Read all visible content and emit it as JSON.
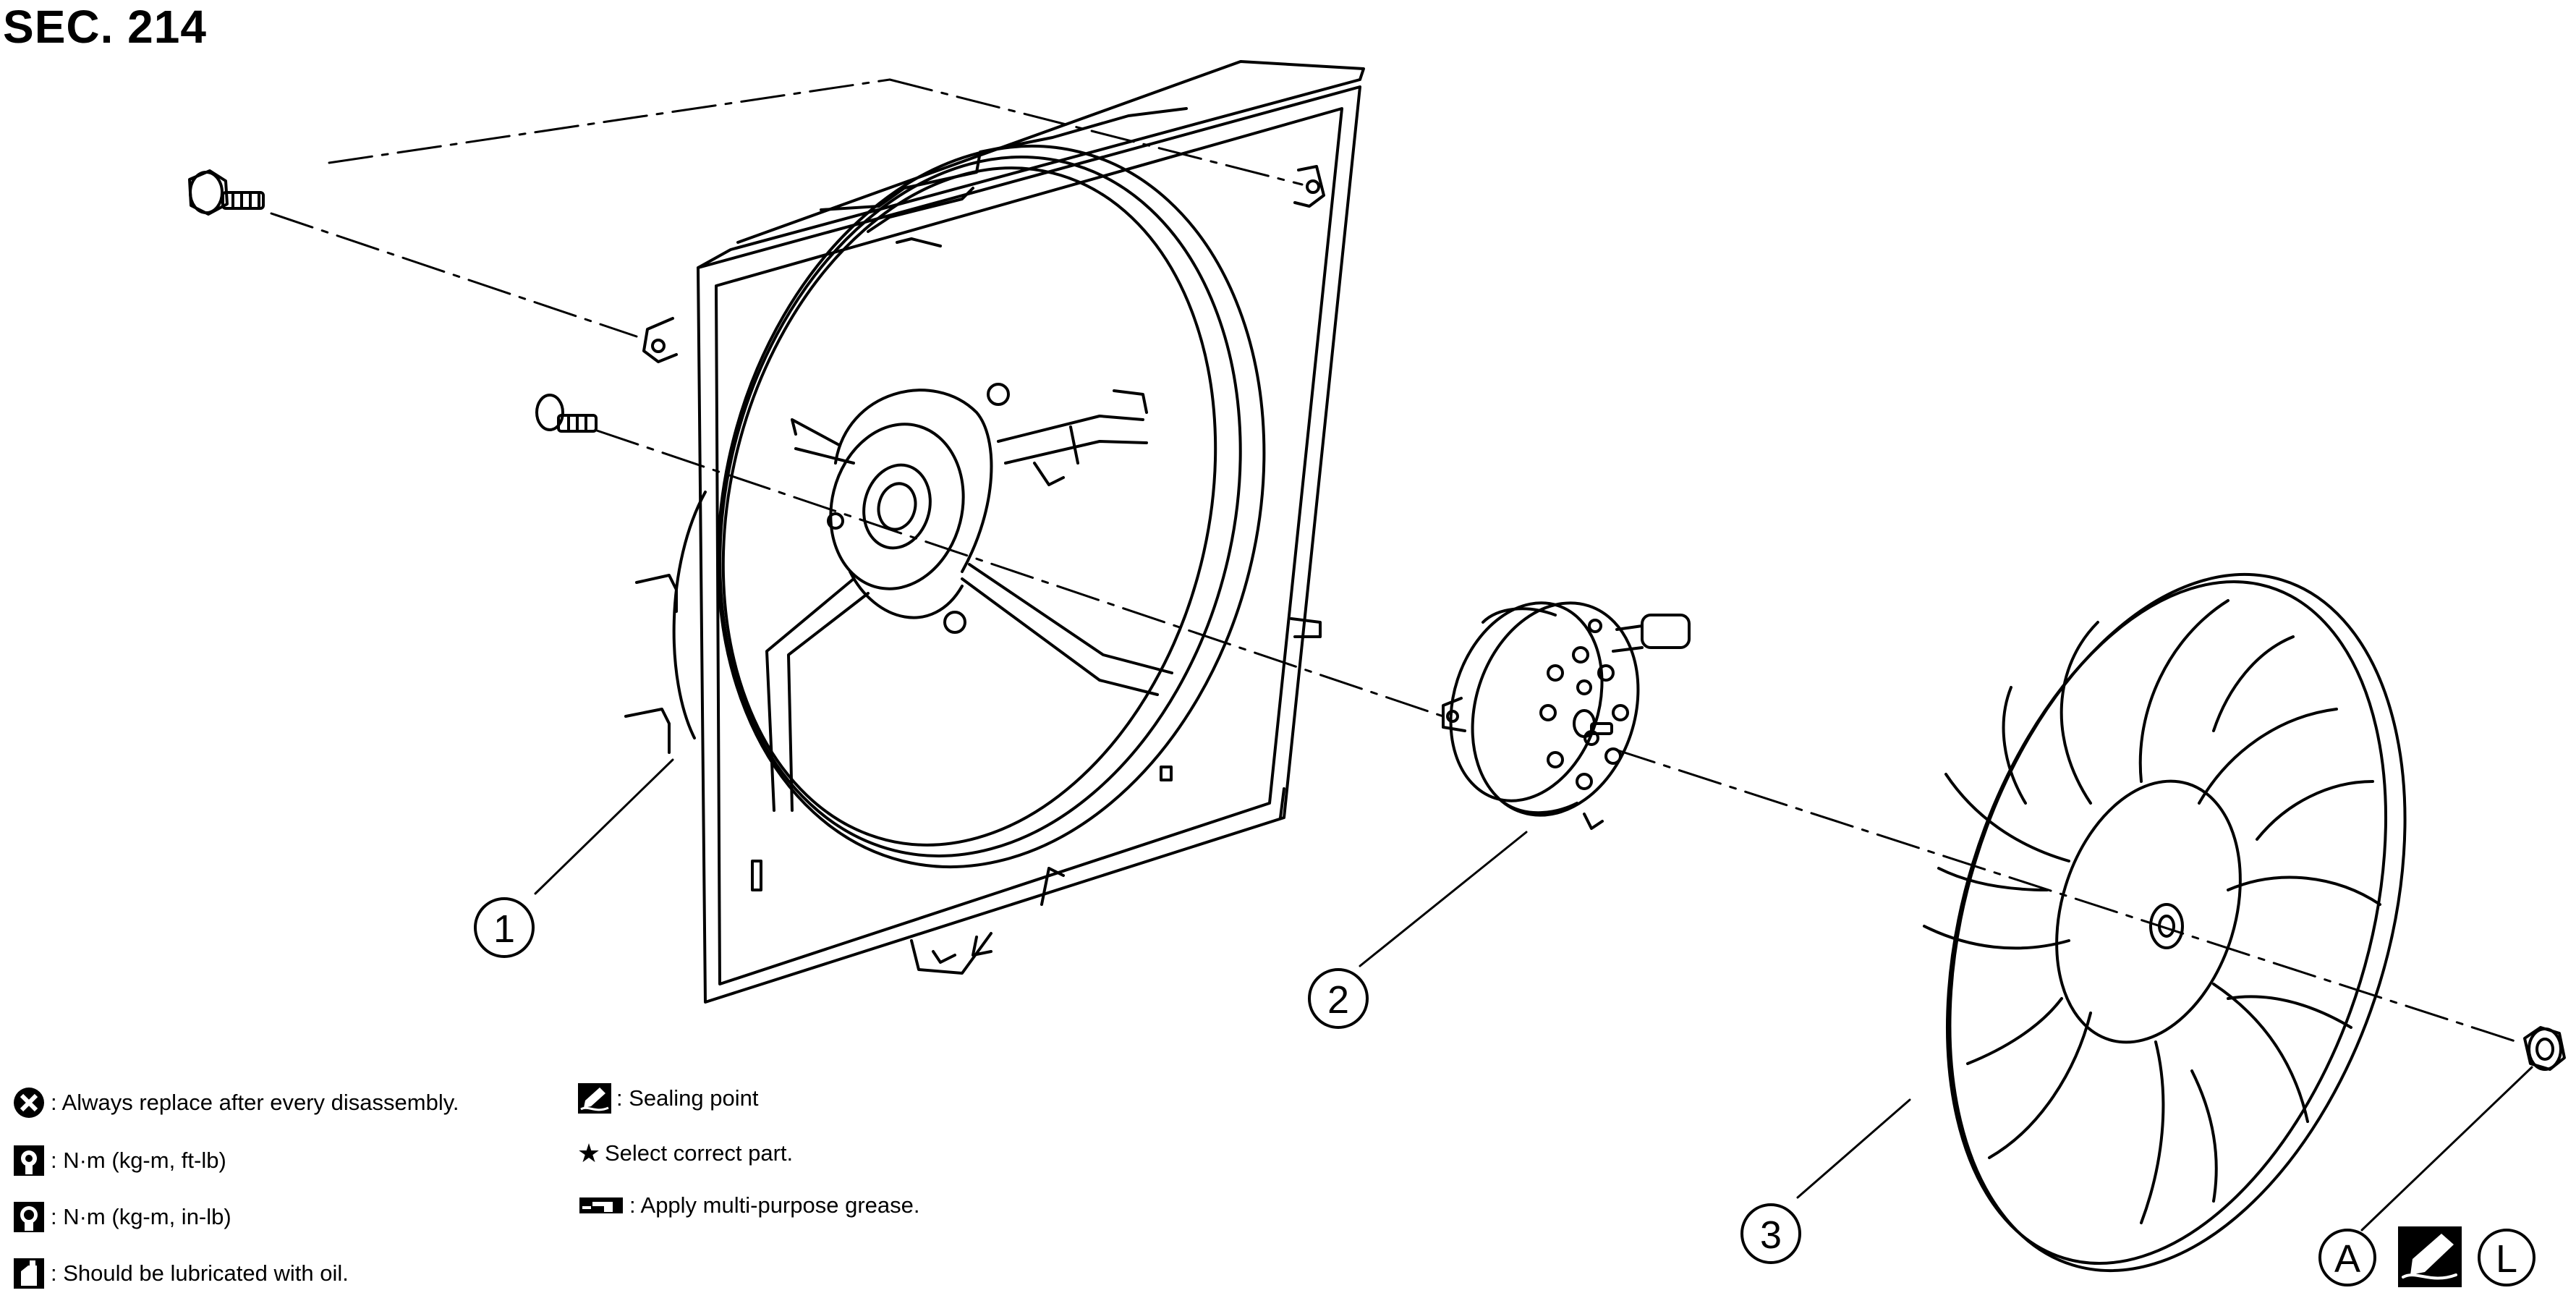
{
  "section_title": "SEC. 214",
  "callouts": [
    {
      "number": "1",
      "part": "fan-shroud"
    },
    {
      "number": "2",
      "part": "fan-motor"
    },
    {
      "number": "3",
      "part": "fan-blade"
    }
  ],
  "nut_symbols": {
    "a": "A",
    "l": "L"
  },
  "legend": {
    "always_replace": ": Always replace after every disassembly.",
    "torque_ft_lb": ": N·m (kg-m, ft-lb)",
    "torque_in_lb": ": N·m (kg-m, in-lb)",
    "lubricate_oil": ": Should be lubricated with oil.",
    "sealing_point": ": Sealing point",
    "select_part": "Select correct part.",
    "grease": ": Apply multi-purpose grease."
  },
  "icons": [
    "replace-icon",
    "torque-icon",
    "torque-in-lb-icon",
    "oil-can-icon",
    "sealing-point-icon",
    "star-icon",
    "grease-icon"
  ]
}
